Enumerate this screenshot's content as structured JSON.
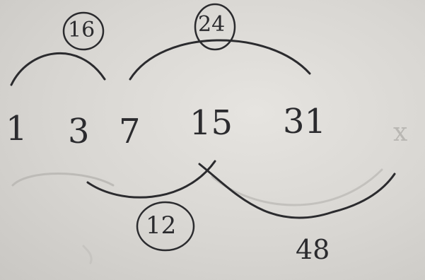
{
  "sequence": {
    "t1": "1",
    "t2": "3",
    "t3": "7",
    "t4": "15",
    "t5": "31",
    "t6": "x"
  },
  "annotations": {
    "top_left": "16",
    "top_right": "24",
    "bottom_left": "12",
    "bottom_right": "48"
  },
  "colors": {
    "ink": "#2b2b2e",
    "paper": "#dedcd8"
  }
}
